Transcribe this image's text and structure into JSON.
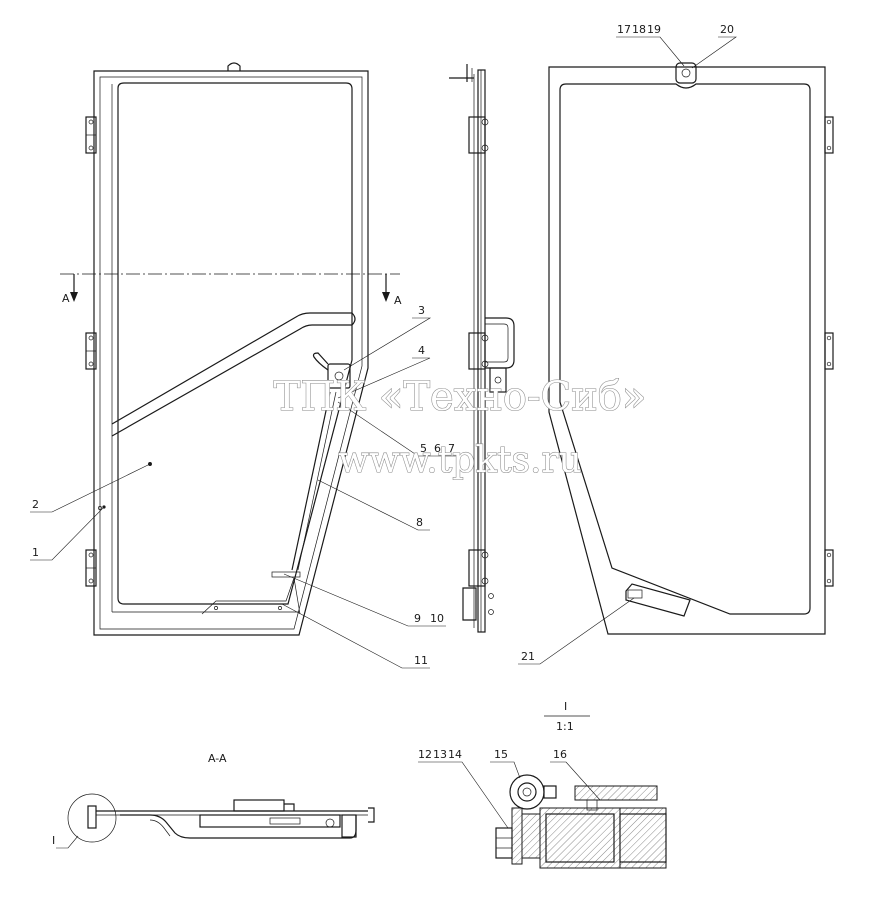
{
  "callouts": {
    "c1": "1",
    "c2": "2",
    "c3": "3",
    "c4": "4",
    "c5": "5",
    "c6": "6",
    "c7": "7",
    "c8": "8",
    "c9": "9",
    "c10": "10",
    "c11": "11",
    "c12": "12",
    "c13": "13",
    "c14": "14",
    "c15": "15",
    "c16": "16",
    "c17": "17",
    "c18": "18",
    "c19": "19",
    "c20": "20",
    "c21": "21"
  },
  "section": {
    "cut_label_left": "A",
    "cut_label_right": "A",
    "view_title": "A-A",
    "detail_ref": "I"
  },
  "detail": {
    "title": "I",
    "scale": "1:1"
  },
  "watermark": {
    "line1": "ТПК «Техно-Сиб»",
    "line2": "www.tpkts.ru"
  }
}
